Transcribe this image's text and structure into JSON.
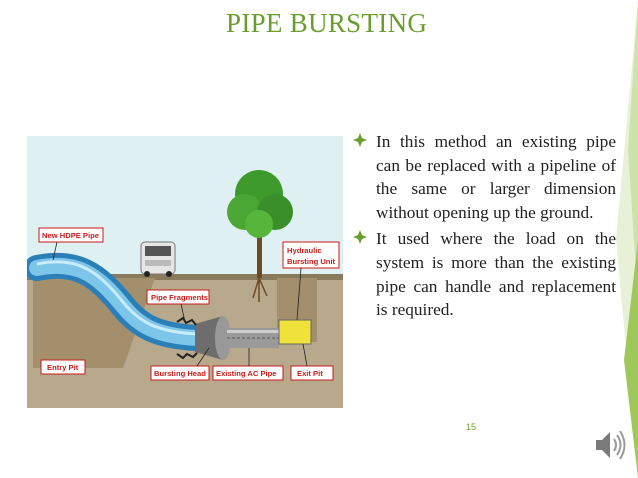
{
  "slide": {
    "title": "PIPE BURSTING",
    "page_number": "15",
    "accent_color": "#6b9d2e"
  },
  "diagram": {
    "labels": {
      "new_pipe": "New HDPE Pipe",
      "hydraulic": "Hydraulic",
      "bursting_unit": "Bursting Unit",
      "fragments": "Pipe Fragments",
      "entry_pit": "Entry Pit",
      "bursting_head": "Bursting Head",
      "existing_pipe": "Existing AC Pipe",
      "exit_pit": "Exit Pit"
    }
  },
  "bullets": [
    "In this method an existing pipe can be replaced with a pipeline of the same or larger dimension without opening up the ground.",
    "It used where the load on the system is more than the existing pipe can handle and replacement is required."
  ],
  "icons": {
    "bullet": "diamond-bullet-icon",
    "audio": "speaker-icon"
  }
}
